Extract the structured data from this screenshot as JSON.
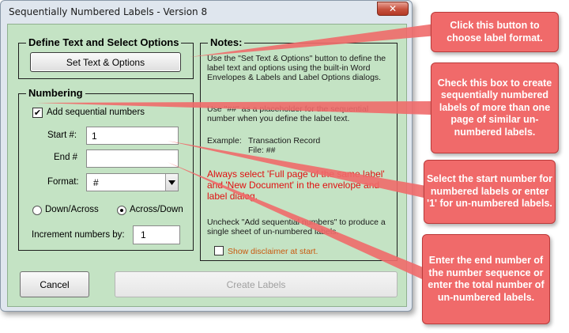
{
  "window": {
    "title": "Sequentially Numbered Labels - Version 8",
    "close_glyph": "✕"
  },
  "define_frame": {
    "title": "Define Text and Select Options",
    "set_button": "Set Text & Options"
  },
  "numbering_frame": {
    "title": "Numbering",
    "add_sequential": {
      "label": "Add sequential numbers",
      "checked": true,
      "mark": "✔"
    },
    "start": {
      "label": "Start #:",
      "value": "1"
    },
    "end": {
      "label": "End #",
      "value": ""
    },
    "format": {
      "label": "Format:",
      "value": "#"
    },
    "order_down": {
      "label": "Down/Across",
      "selected": false
    },
    "order_across": {
      "label": "Across/Down",
      "selected": true
    },
    "increment": {
      "label": "Increment numbers by:",
      "value": "1"
    }
  },
  "notes_frame": {
    "title": "Notes:",
    "p1": "Use the \"Set Text & Options\" button to define the label text and options using the built-in Word Envelopes & Labels and Label Options dialogs.",
    "p2": "Use \"##\" as a placeholder for the sequential number when you define the label text.",
    "example_label": "Example:",
    "example_line1": "Transaction Record",
    "example_line2": "File: ##",
    "warning": "Always select 'Full page of the same label' and 'New Document' in the envelope and label dialog.",
    "p3": "Uncheck \"Add sequential numbers\" to produce a single sheet of un-numbered labels.",
    "disclaimer": {
      "label": "Show disclaimer at start.",
      "checked": false
    }
  },
  "buttons": {
    "cancel": "Cancel",
    "create": "Create Labels"
  },
  "callouts": [
    "Click this button to choose label format.",
    "Check this box to create sequentially numbered labels of more than one page of similar un-numbered labels.",
    "Select the start number for numbered labels or enter '1' for un-numbered labels.",
    "Enter the end number of the number sequence or enter the total number of un-numbered labels."
  ],
  "colors": {
    "client_bg": "#c4e3c4",
    "callout_bg": "#f06a6a",
    "warning_text": "#e01010",
    "disclaimer_text": "#c95a10"
  }
}
